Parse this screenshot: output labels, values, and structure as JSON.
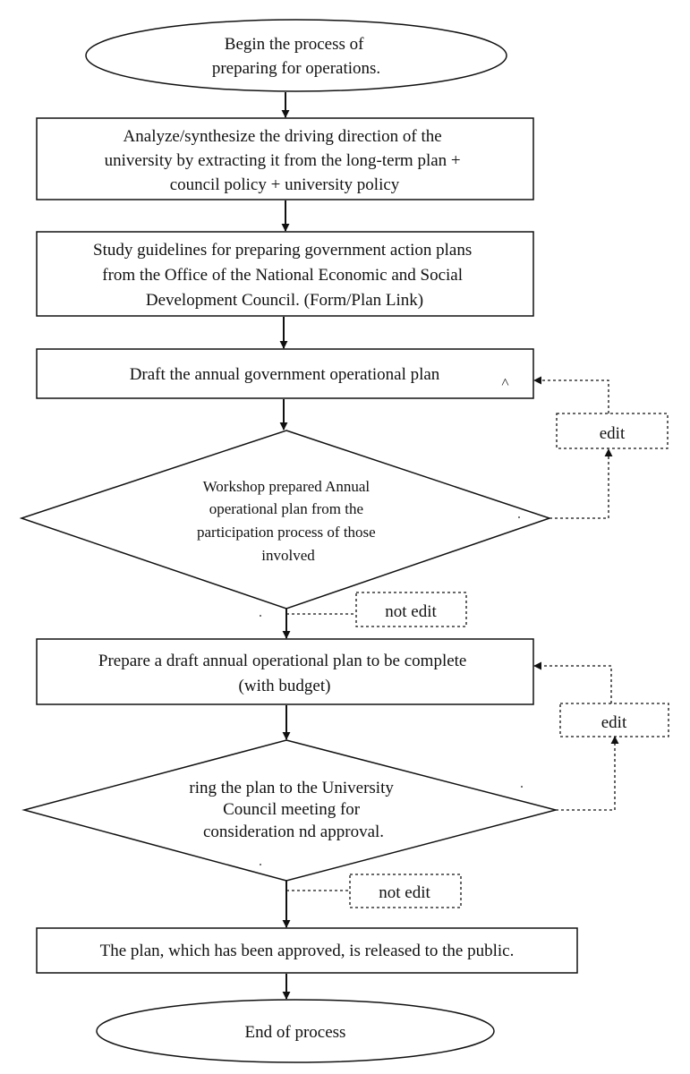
{
  "nodes": {
    "start": {
      "lines": [
        "Begin the process of",
        "preparing for operations."
      ]
    },
    "analyze": {
      "lines": [
        "Analyze/synthesize the driving direction of the",
        "university by extracting it from the long-term plan +",
        "council policy + university policy"
      ]
    },
    "study": {
      "lines": [
        "Study guidelines for preparing government action plans",
        "from the Office of the National Economic and Social",
        "Development Council. (Form/Plan Link)"
      ]
    },
    "draft": {
      "lines": [
        "Draft the annual government operational plan"
      ]
    },
    "workshop": {
      "lines": [
        "Workshop prepared Annual",
        "operational plan from the",
        "participation process of those",
        "involved"
      ]
    },
    "prepare": {
      "lines": [
        "Prepare a draft annual operational plan to be complete",
        "(with budget)"
      ]
    },
    "council": {
      "lines": [
        "ring the plan to the University",
        "Council meeting for",
        "consideration nd approval."
      ]
    },
    "release": {
      "lines": [
        "The plan, which has been approved, is released to the public."
      ]
    },
    "end": {
      "lines": [
        "End of process"
      ]
    }
  },
  "labels": {
    "edit_1": "edit",
    "not_edit_1": "not edit",
    "edit_2": "edit",
    "not_edit_2": "not edit"
  },
  "colors": {
    "stroke": "#111111",
    "text": "#111111",
    "background": "#ffffff"
  }
}
